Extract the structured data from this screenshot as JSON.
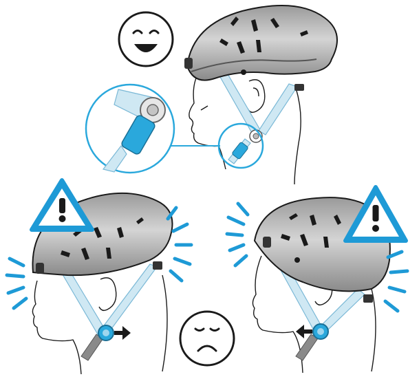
{
  "figure": {
    "panels": [
      {
        "id": "correct-fit",
        "verdict": "correct",
        "face_icon": "smiling-face-icon",
        "note_icon": "magnifier-circle-icon"
      },
      {
        "id": "loose-left",
        "verdict": "incorrect",
        "face_icon": "warning-triangle-icon",
        "adjust_arrow": "arrow-right-icon"
      },
      {
        "id": "loose-right",
        "verdict": "incorrect",
        "face_icon": "warning-triangle-icon",
        "adjust_arrow": "arrow-left-icon"
      }
    ],
    "bottom_face_icon": "sad-face-icon",
    "colors": {
      "helmet_shell": "#a9a9a9",
      "helmet_dark": "#6e6e6e",
      "strap": "#cfe8f3",
      "strap_outline": "#7ab8d6",
      "buckle": "#2aa8dc",
      "warning_blue": "#1e9ad6",
      "ink": "#1a1a1a"
    }
  }
}
